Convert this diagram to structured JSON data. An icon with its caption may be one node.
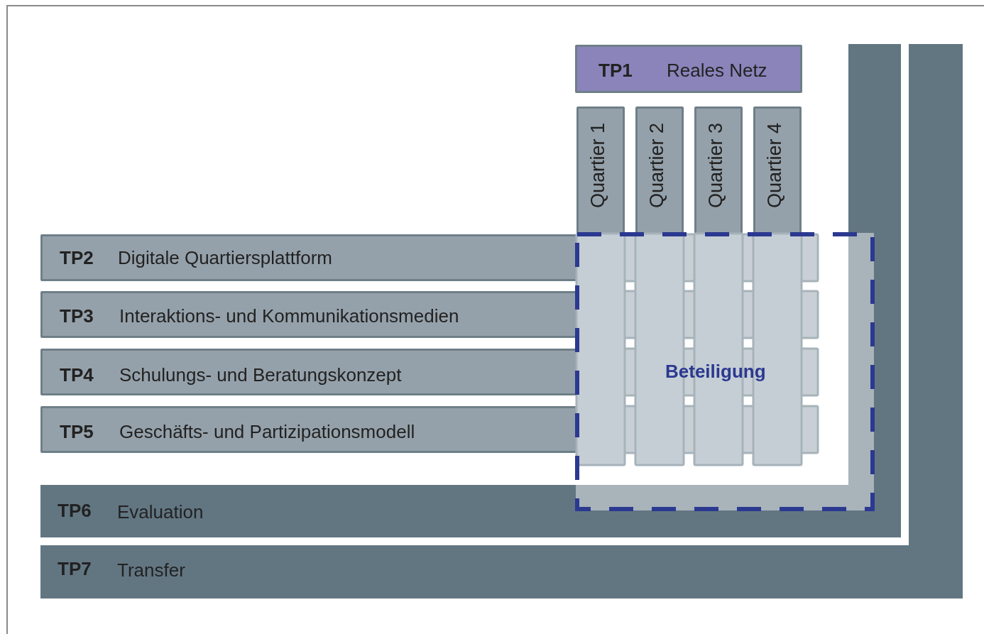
{
  "diagram": {
    "nodes": [
      {
        "text": [
          "TP1",
          "Reales Netz"
        ]
      },
      {
        "text": [
          "Quartier 1"
        ]
      },
      {
        "text": [
          "Quartier 2"
        ]
      },
      {
        "text": [
          "Quartier 3"
        ]
      },
      {
        "text": [
          "Quartier 4"
        ]
      },
      {
        "text": [
          "TP2",
          "Digitale Quartiersplattform"
        ]
      },
      {
        "text": [
          "TP3",
          "Interaktions- und Kommunikationsmedien"
        ]
      },
      {
        "text": [
          "TP4",
          "Schulungs- und Beratungskonzept"
        ]
      },
      {
        "text": [
          "TP5",
          "Geschäfts- und Partizipationsmodell"
        ]
      },
      {
        "text": [
          "Beteiligung"
        ]
      },
      {
        "text": [
          "TP6",
          "Evaluation"
        ]
      },
      {
        "text": [
          "TP7",
          "Transfer"
        ]
      }
    ]
  }
}
